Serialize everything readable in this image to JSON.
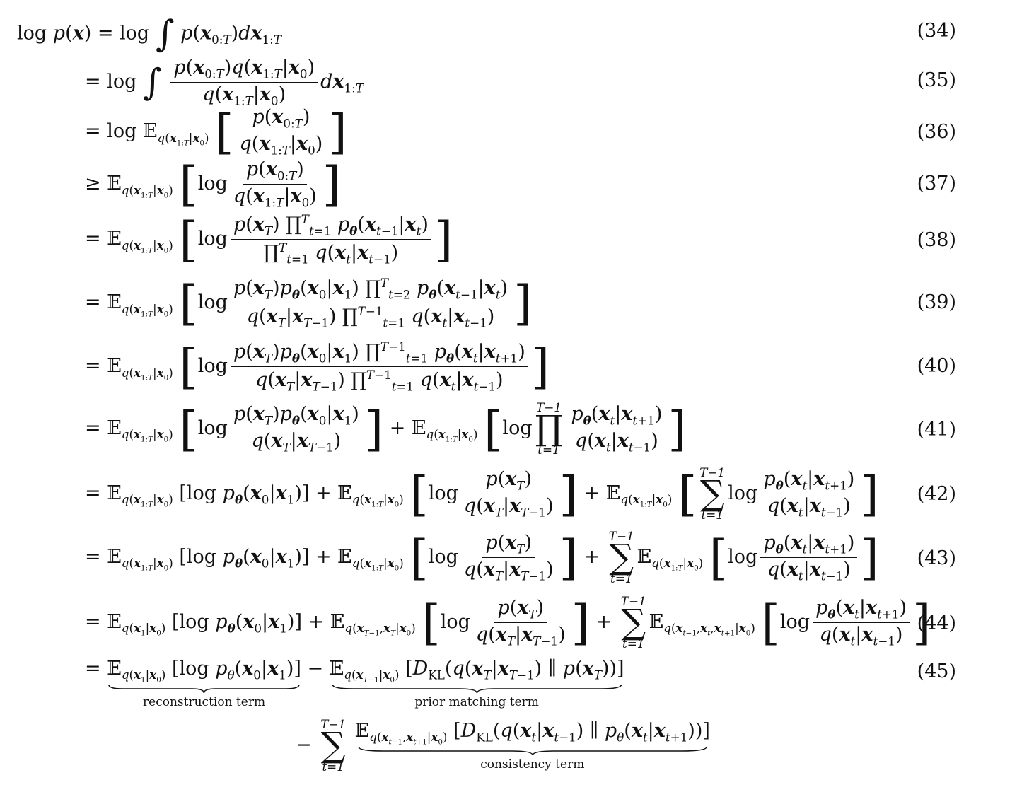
{
  "equation_numbers": [
    "(34)",
    "(35)",
    "(36)",
    "(37)",
    "(38)",
    "(39)",
    "(40)",
    "(41)",
    "(42)",
    "(43)",
    "(44)",
    "(45)"
  ],
  "underbrace_labels": {
    "reconstruction": "reconstruction term",
    "prior_matching": "prior matching term",
    "consistency": "consistency term"
  }
}
